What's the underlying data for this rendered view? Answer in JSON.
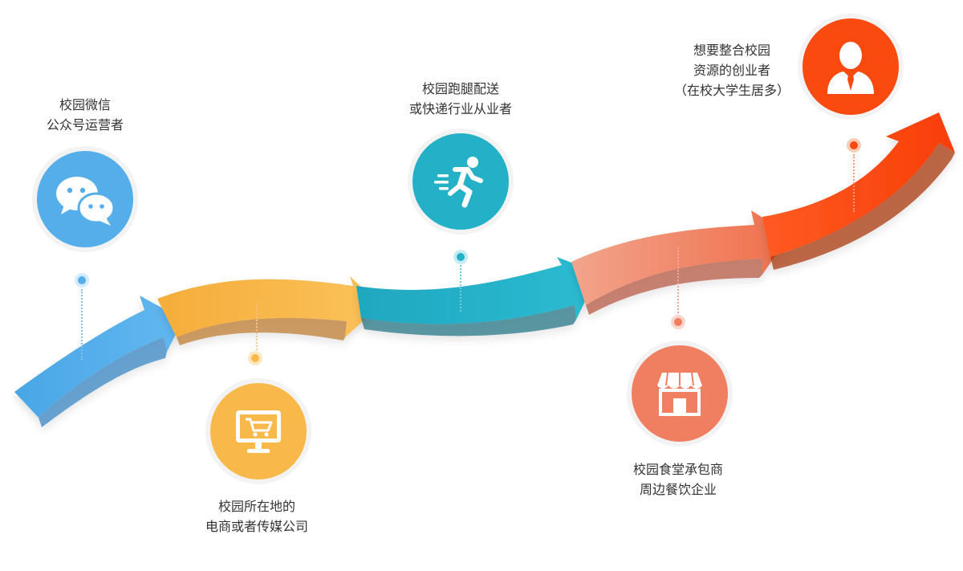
{
  "colors": {
    "blue": "#55aeea",
    "yellow": "#f8b94a",
    "teal": "#24b1c8",
    "salmon": "#f07e60",
    "red": "#fb4a10",
    "text": "#333333"
  },
  "stages": [
    {
      "id": "wechat",
      "lines": [
        "校园微信",
        "公众号运营者"
      ],
      "icon": "wechat-icon",
      "color": "#55aeea"
    },
    {
      "id": "merchant",
      "lines": [
        "校园所在地的",
        "电商或者传媒公司"
      ],
      "icon": "shopping-cart-monitor-icon",
      "color": "#f8b94a"
    },
    {
      "id": "courier",
      "lines": [
        "校园跑腿配送",
        "或快递行业从业者"
      ],
      "icon": "running-person-icon",
      "color": "#24b1c8"
    },
    {
      "id": "canteen",
      "lines": [
        "校园食堂承包商",
        "周边餐饮企业"
      ],
      "icon": "storefront-icon",
      "color": "#f07e60"
    },
    {
      "id": "founder",
      "lines": [
        "想要整合校园",
        "资源的创业者",
        "（在校大学生居多）"
      ],
      "icon": "person-tie-icon",
      "color": "#fb4a10"
    }
  ]
}
